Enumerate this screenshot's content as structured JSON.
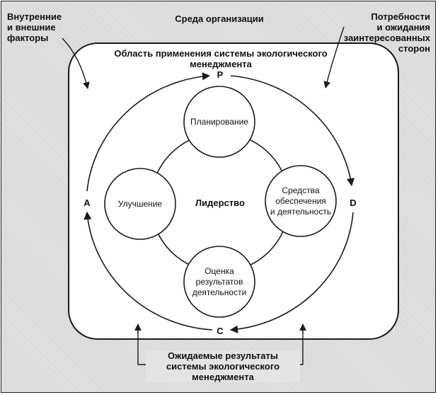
{
  "environment_label": "Среда организации",
  "internal_external_factors": "Внутренние\nи внешние\nфакторы",
  "stakeholder_needs": "Потребности\nи ожидания\nзаинтересованных\nсторон",
  "scope_title": "Область применения системы экологического\nменеджмента",
  "cycle": {
    "p": "P",
    "d": "D",
    "c": "C",
    "a": "A"
  },
  "center_label": "Лидерство",
  "nodes": {
    "planning": "Планирование",
    "support": "Средства\nобеспечения\nи деятельность",
    "evaluation": "Оценка\nрезультатов\nдеятельности",
    "improvement": "Улучшение"
  },
  "outcomes": "Ожидаемые результаты\nсистемы экологического\nменеджмента",
  "colors": {
    "line": "#1a1a1a",
    "background_hatch": "#e4e4e4",
    "fill": "#ffffff"
  }
}
